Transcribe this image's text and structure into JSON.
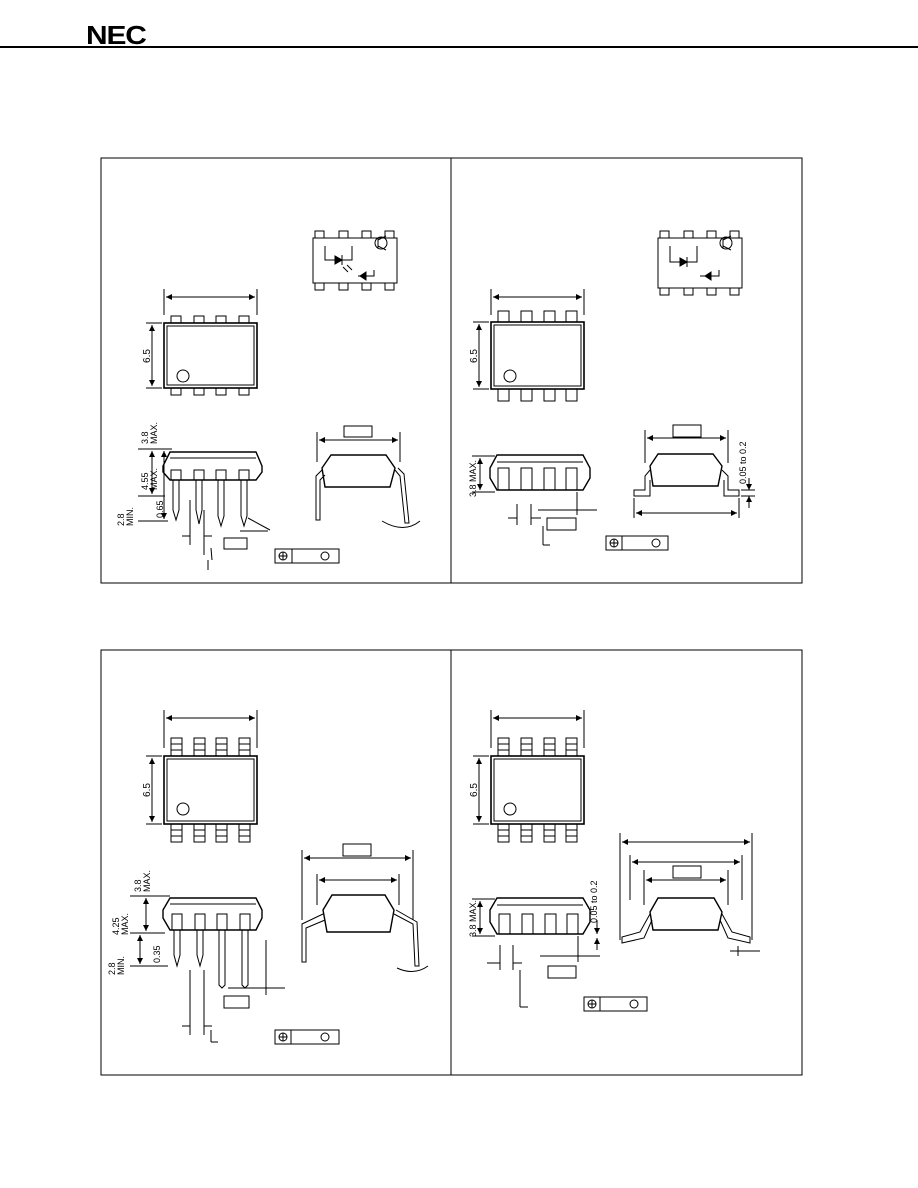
{
  "header": {
    "brand": "NEC"
  },
  "dims": {
    "d_6_5": "6.5",
    "d_3_8": "3.8",
    "d_max": "MAX.",
    "d_4_55": "4.55",
    "d_4_25": "4.25",
    "d_2_8": "2.8",
    "d_min": "MIN.",
    "d_0_65": "0.65",
    "d_0_35": "0.35",
    "d_3_8_max": "3.8 MAX.",
    "d_0_05_to_0_2": "0.05 to 0.2"
  }
}
